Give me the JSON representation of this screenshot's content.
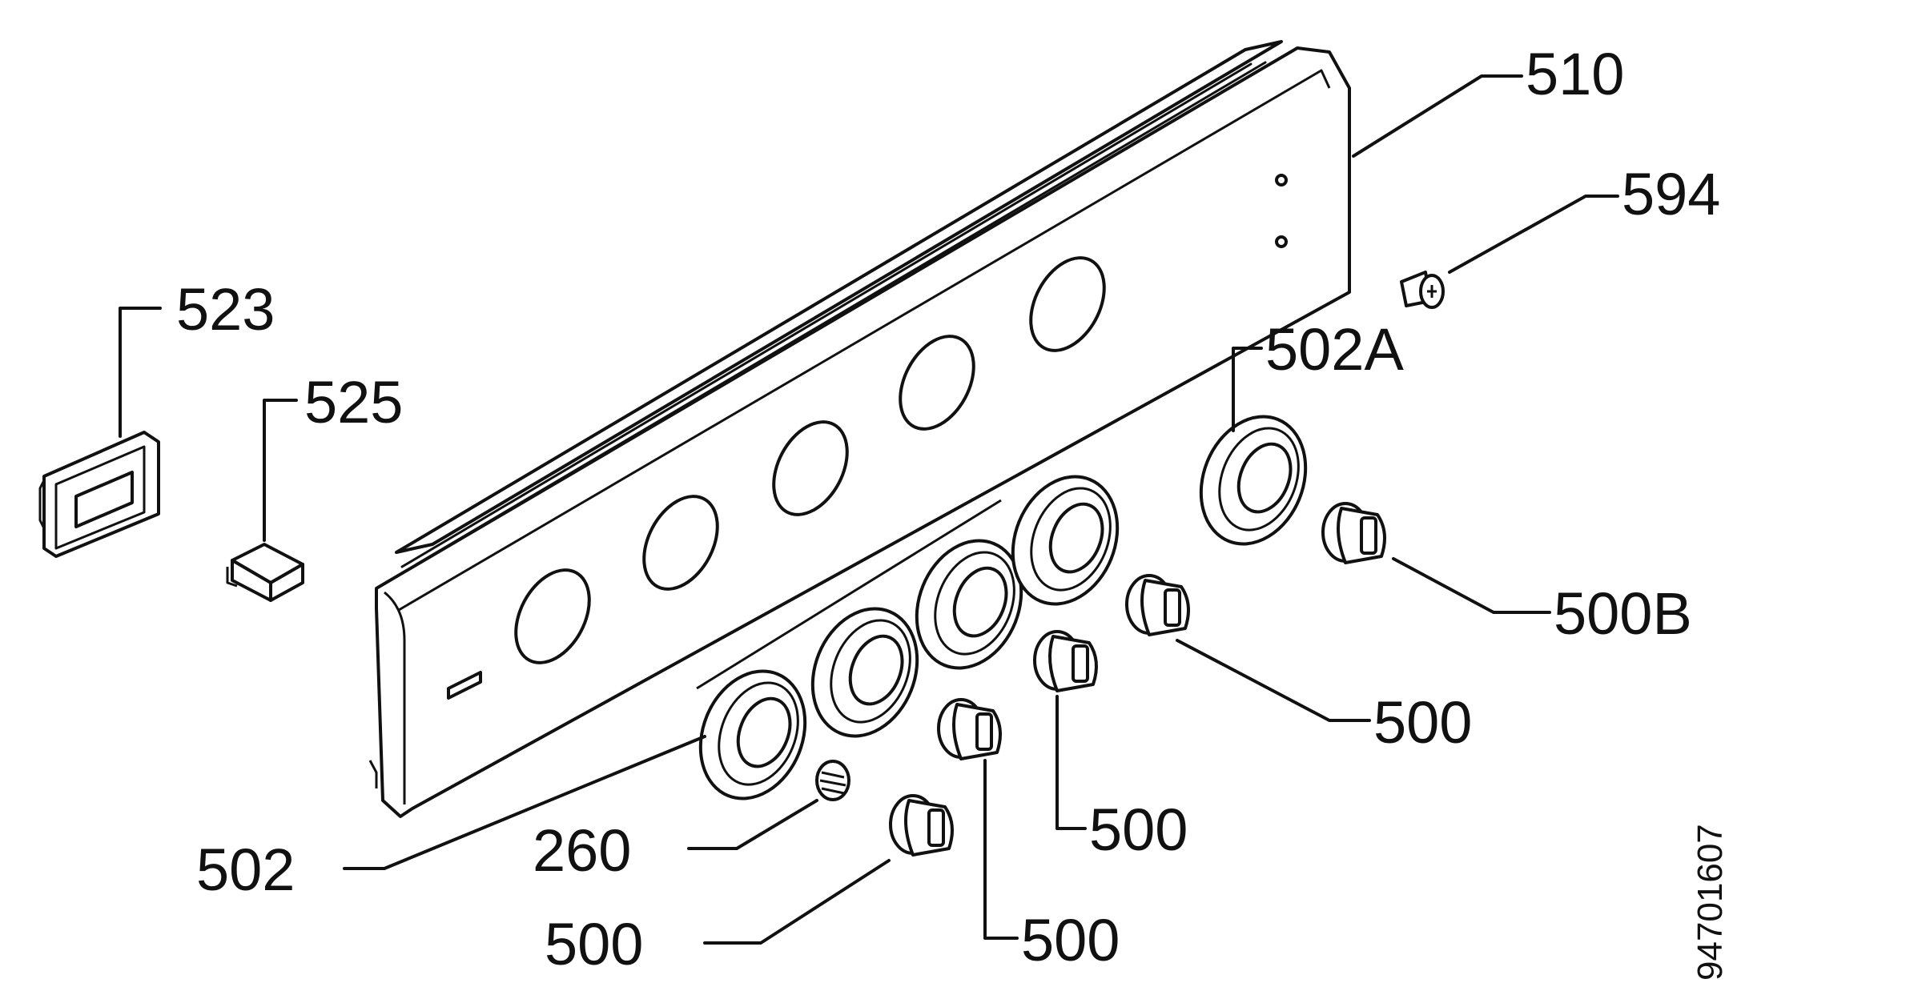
{
  "labels": {
    "p510": "510",
    "p594": "594",
    "p523": "523",
    "p525": "525",
    "p502A": "502A",
    "p500B": "500B",
    "p500_right": "500",
    "p500_mid": "500",
    "p500_center": "500",
    "p500_bottom": "500",
    "p260": "260",
    "p502": "502"
  },
  "drawing_number": "94701607",
  "colors": {
    "ink": "#111111",
    "paper": "#ffffff"
  }
}
